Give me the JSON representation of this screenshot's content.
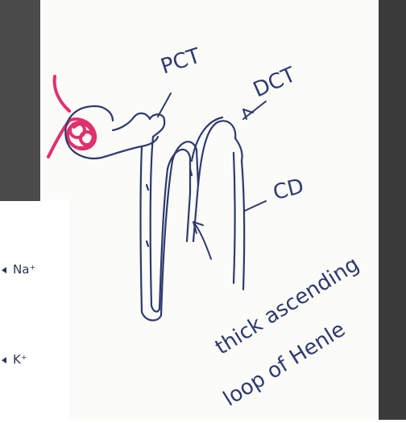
{
  "diagram": {
    "labels": {
      "pct": "PCT",
      "dct": "DCT",
      "cd": "CD",
      "thick_ascending": "thick ascending",
      "loop_of_henle": "loop of Henle"
    },
    "ions": {
      "sodium": "Na⁺",
      "potassium": "K⁺"
    },
    "colors": {
      "ink": "#2e3a6e",
      "glomerulus": "#e0306e",
      "dark_panel": "#4a4a4a"
    }
  }
}
